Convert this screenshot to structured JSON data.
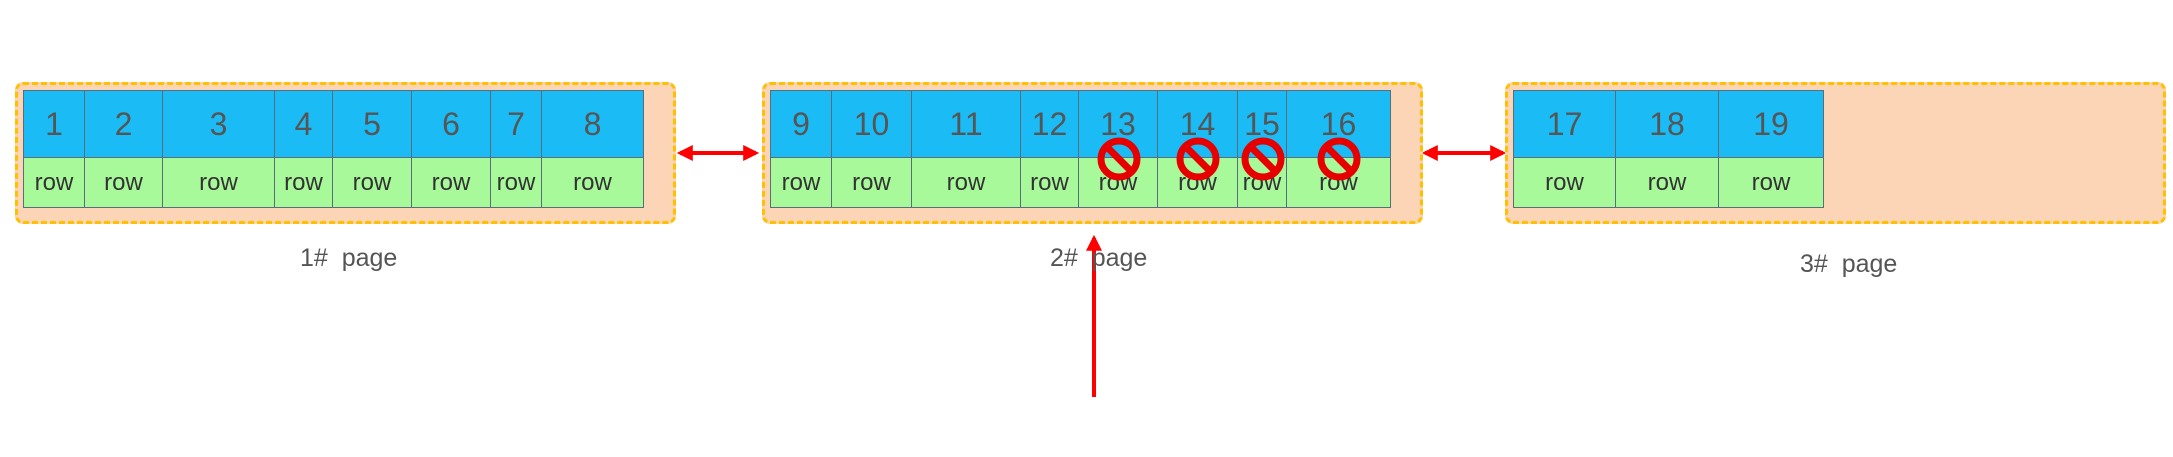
{
  "colors": {
    "key_cell": "#1bbcf5",
    "row_cell": "#a8f99a",
    "page_fill": "#fbd5b5",
    "page_border": "#ffc000",
    "arrow": "#ff0000",
    "deleted_marker": "#e60000"
  },
  "pages": [
    {
      "label": "1#  page",
      "cells": [
        {
          "key": "1",
          "row": "row"
        },
        {
          "key": "2",
          "row": "row"
        },
        {
          "key": "3",
          "row": "row"
        },
        {
          "key": "4",
          "row": "row"
        },
        {
          "key": "5",
          "row": "row"
        },
        {
          "key": "6",
          "row": "row"
        },
        {
          "key": "7",
          "row": "row"
        },
        {
          "key": "8",
          "row": "row"
        }
      ]
    },
    {
      "label": "2#  page",
      "cells": [
        {
          "key": "9",
          "row": "row"
        },
        {
          "key": "10",
          "row": "row"
        },
        {
          "key": "11",
          "row": "row"
        },
        {
          "key": "12",
          "row": "row"
        },
        {
          "key": "13",
          "row": "row",
          "deleted": true
        },
        {
          "key": "14",
          "row": "row",
          "deleted": true
        },
        {
          "key": "15",
          "row": "row",
          "deleted": true
        },
        {
          "key": "16",
          "row": "row",
          "deleted": true
        }
      ]
    },
    {
      "label": "3#  page",
      "cells": [
        {
          "key": "17",
          "row": "row"
        },
        {
          "key": "18",
          "row": "row"
        },
        {
          "key": "19",
          "row": "row"
        }
      ]
    }
  ],
  "icons": {
    "link": "double-arrow-icon",
    "insert_pointer": "up-arrow-icon",
    "deleted": "prohibited-icon"
  }
}
